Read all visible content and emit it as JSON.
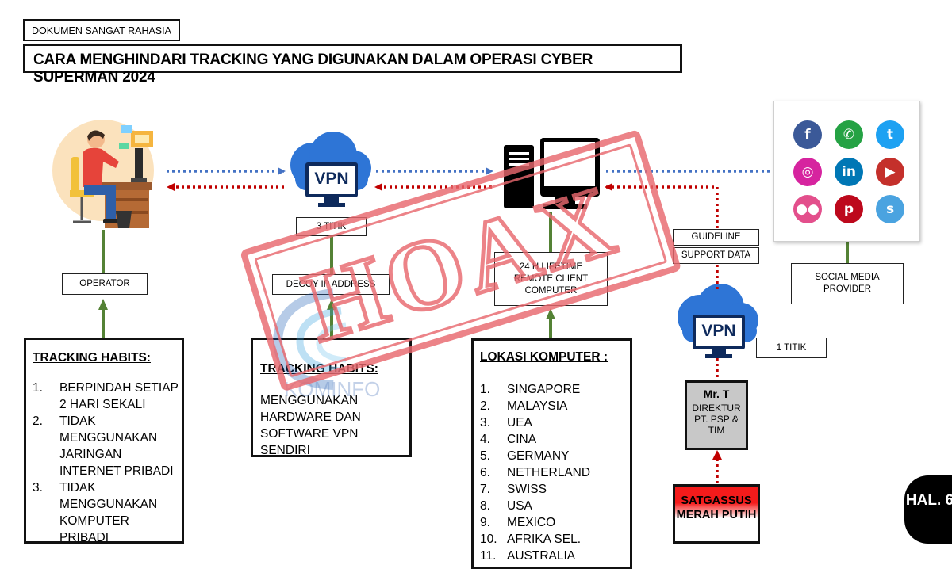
{
  "header": {
    "classification": "DOKUMEN SANGAT RAHASIA",
    "title": "CARA MENGHINDARI TRACKING YANG DIGUNAKAN DALAM OPERASI CYBER SUPERMAN 2024"
  },
  "operator": {
    "label": "OPERATOR"
  },
  "tracking_habits_1": {
    "title": "TRACKING HABITS:",
    "items": [
      {
        "num": "1.",
        "text": "BERPINDAH SETIAP 2 HARI SEKALI"
      },
      {
        "num": "2.",
        "text": "TIDAK MENGGUNAKAN JARINGAN INTERNET PRIBADI"
      },
      {
        "num": "3.",
        "text": "TIDAK MENGGUNAKAN KOMPUTER PRIBADI"
      }
    ]
  },
  "vpn_main": {
    "icon_text": "VPN",
    "count_label": "3 TITIK",
    "decoy_label": "DECOY IP ADDRESS"
  },
  "tracking_habits_2": {
    "title": "TRACKING HABITS:",
    "text": "MENGGUNAKAN HARDWARE DAN SOFTWARE VPN SENDIRI"
  },
  "computer": {
    "label": "24 H LIFETIME REMOTE CLIENT COMPUTER"
  },
  "lokasi": {
    "title": "LOKASI KOMPUTER :",
    "items": [
      {
        "num": "1.",
        "text": "SINGAPORE"
      },
      {
        "num": "2.",
        "text": "MALAYSIA"
      },
      {
        "num": "3.",
        "text": "UEA"
      },
      {
        "num": "4.",
        "text": "CINA"
      },
      {
        "num": "5.",
        "text": "GERMANY"
      },
      {
        "num": "6.",
        "text": "NETHERLAND"
      },
      {
        "num": "7.",
        "text": "SWISS"
      },
      {
        "num": "8.",
        "text": "USA"
      },
      {
        "num": "9.",
        "text": "MEXICO"
      },
      {
        "num": "10.",
        "text": "AFRIKA SEL."
      },
      {
        "num": "11.",
        "text": "AUSTRALIA"
      }
    ]
  },
  "guideline": {
    "label": "GUIDELINE"
  },
  "support": {
    "label": "SUPPORT DATA"
  },
  "social": {
    "label": "SOCIAL MEDIA PROVIDER",
    "icons": [
      {
        "name": "facebook-icon",
        "glyph": "f",
        "color": "#3b5998"
      },
      {
        "name": "whatsapp-icon",
        "glyph": "✆",
        "color": "#25a244"
      },
      {
        "name": "twitter-icon",
        "glyph": "t",
        "color": "#1da1f2"
      },
      {
        "name": "instagram-icon",
        "glyph": "◎",
        "color": "#d6249f"
      },
      {
        "name": "linkedin-icon",
        "glyph": "in",
        "color": "#0077b5"
      },
      {
        "name": "youtube-icon",
        "glyph": "▶",
        "color": "#c4302b"
      },
      {
        "name": "flickr-icon",
        "glyph": "●●",
        "color": "#e34f8c"
      },
      {
        "name": "pinterest-icon",
        "glyph": "p",
        "color": "#bd081c"
      },
      {
        "name": "skype-icon",
        "glyph": "s",
        "color": "#4aa3e0"
      }
    ]
  },
  "vpn_second": {
    "icon_text": "VPN",
    "count_label": "1 TITIK"
  },
  "director": {
    "name": "Mr. T",
    "role": "DIREKTUR PT. PSP & TIM"
  },
  "satgas": {
    "label": "SATGASSUS MERAH PUTIH"
  },
  "page": {
    "label": "HAL. 6"
  },
  "stamp": {
    "text": "HOAX"
  },
  "watermark": {
    "text": "KOMINFO"
  },
  "colors": {
    "blue_arrow": "#4472c4",
    "red_arrow": "#c00000",
    "green_link": "#548235",
    "stamp": "#e8686e",
    "vpn_cloud": "#2e75d6"
  }
}
